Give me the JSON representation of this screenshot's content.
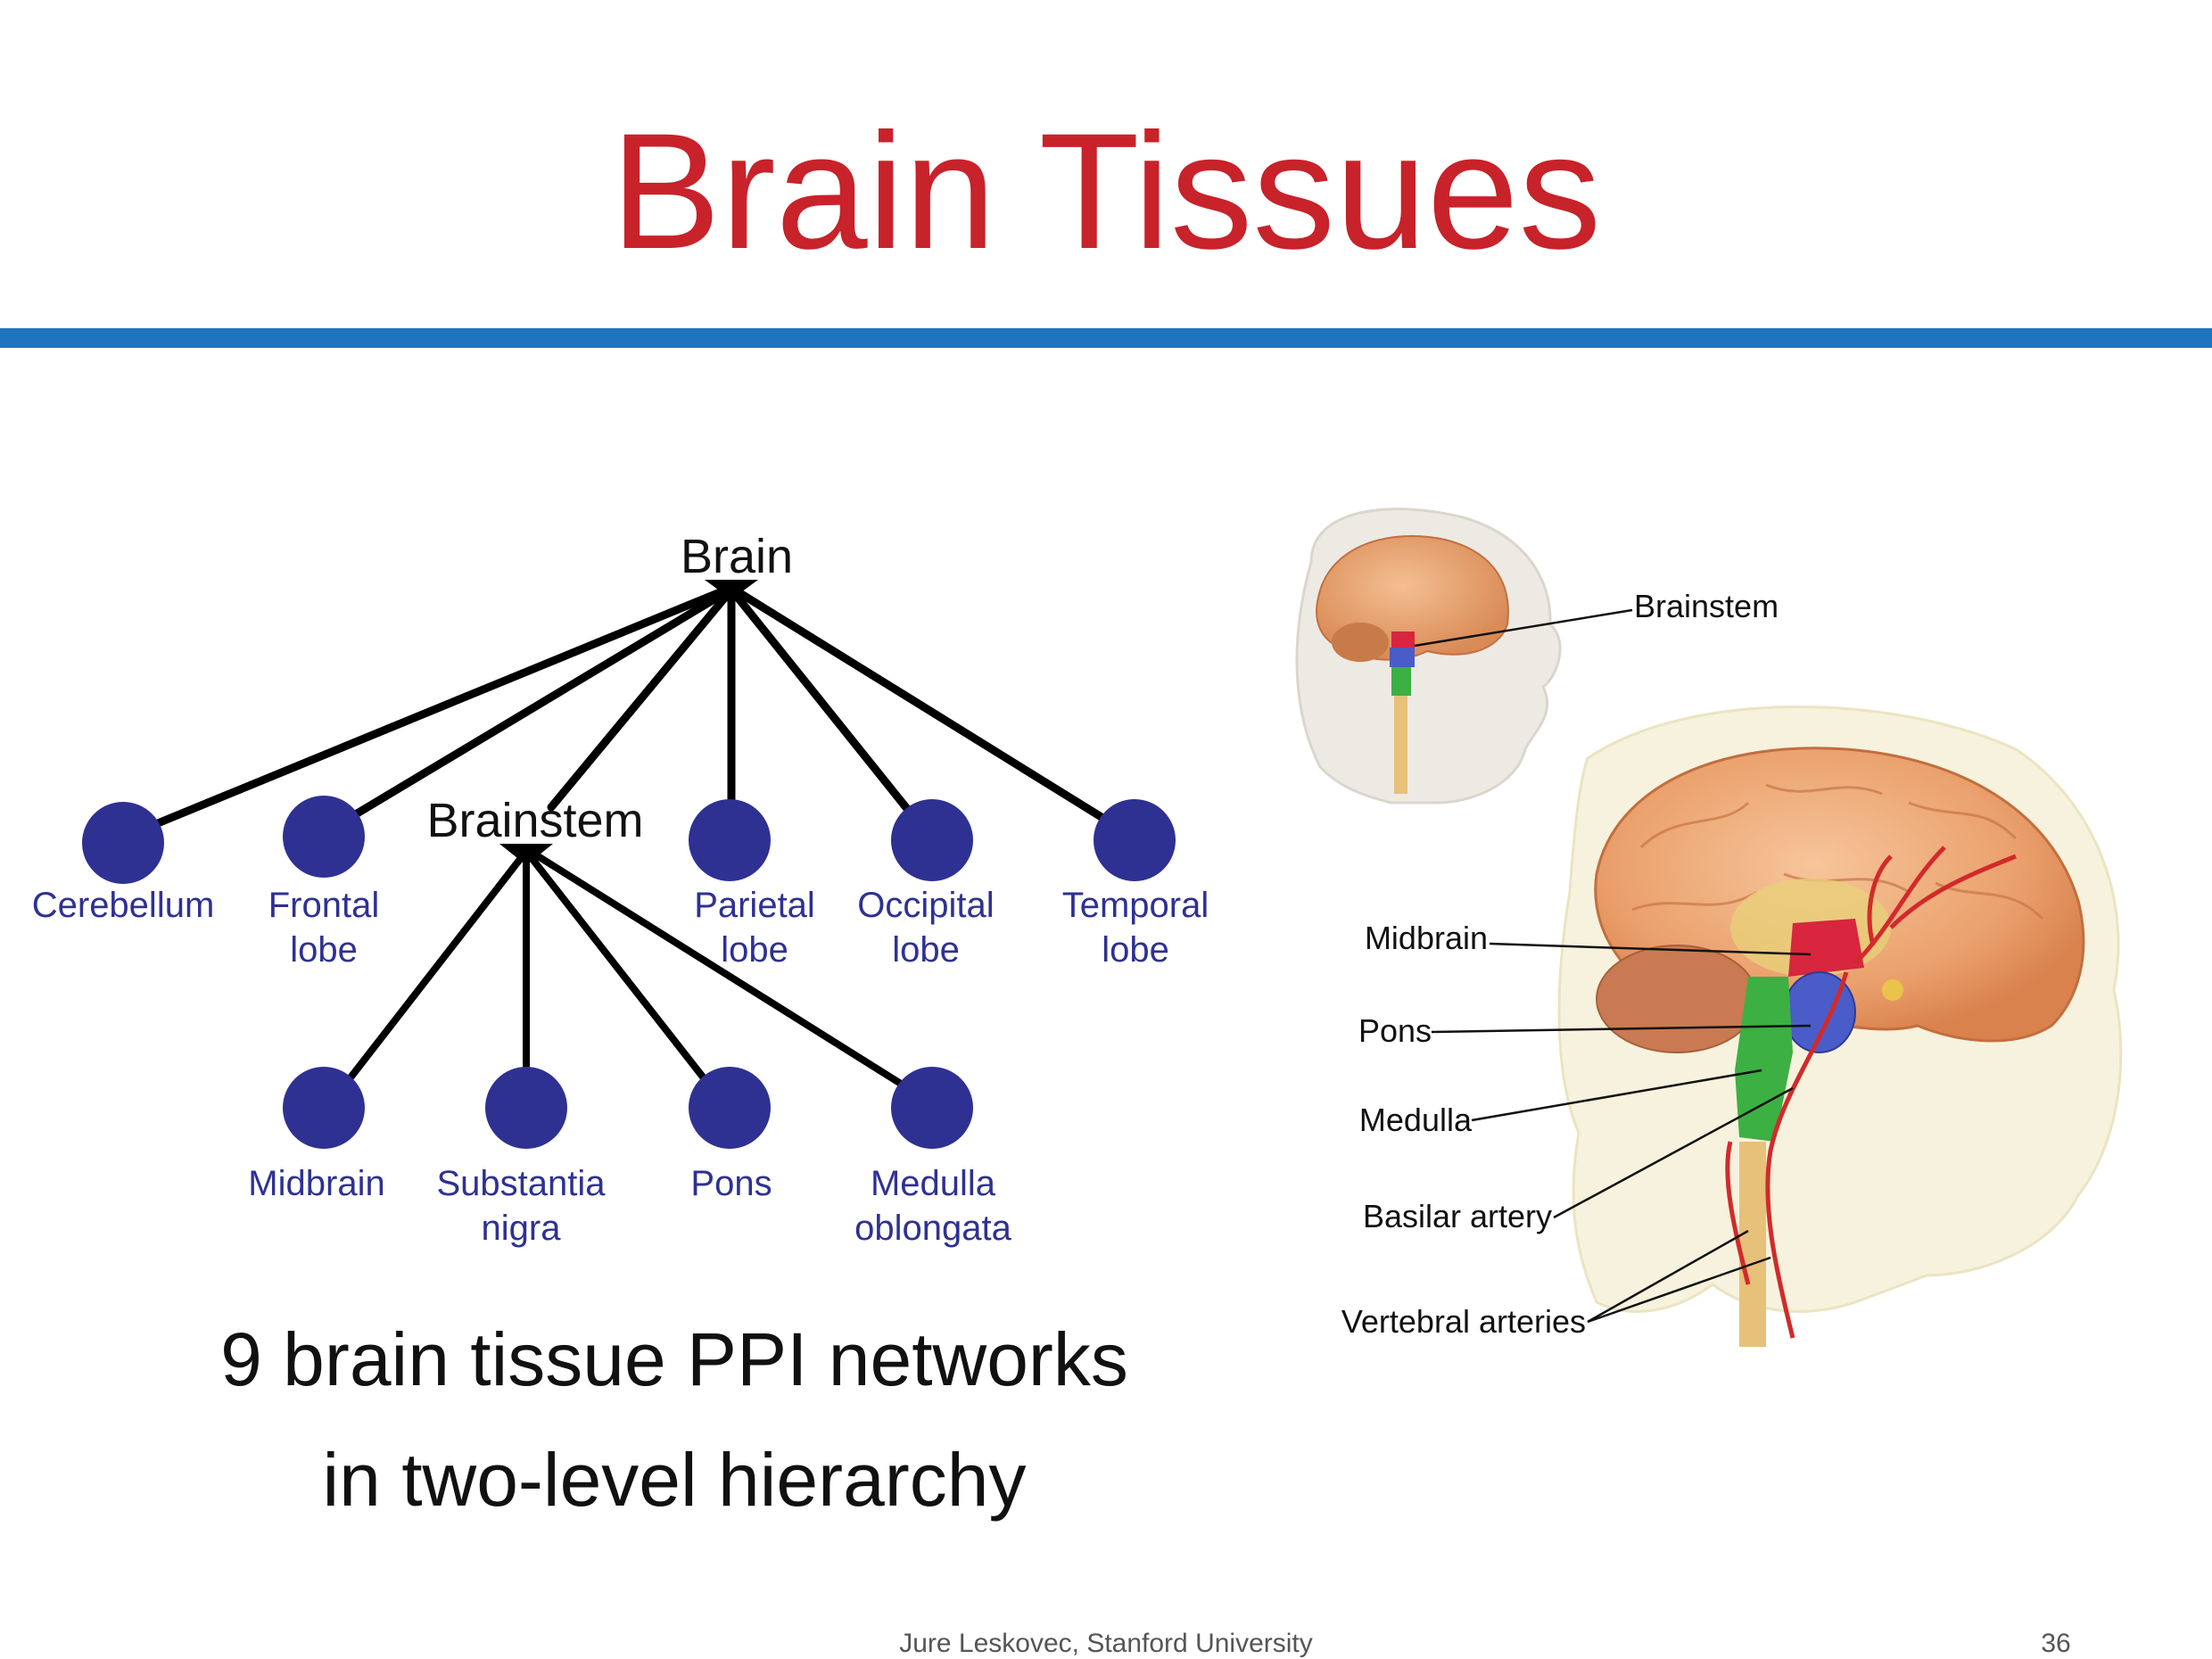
{
  "slide": {
    "title": "Brain Tissues",
    "caption_line1": "9 brain tissue PPI networks",
    "caption_line2": "in two-level hierarchy",
    "footer": "Jure Leskovec, Stanford University",
    "page_number": "36"
  },
  "tree": {
    "root_label": "Brain",
    "mid_label": "Brainstem",
    "level1": [
      {
        "line1": "Cerebellum",
        "line2": ""
      },
      {
        "line1": "Frontal",
        "line2": "lobe"
      },
      {
        "line1": "Parietal",
        "line2": "lobe"
      },
      {
        "line1": "Occipital",
        "line2": "lobe"
      },
      {
        "line1": "Temporal",
        "line2": "lobe"
      }
    ],
    "level2": [
      {
        "line1": "Midbrain",
        "line2": ""
      },
      {
        "line1": "Substantia",
        "line2": "nigra"
      },
      {
        "line1": "Pons",
        "line2": ""
      },
      {
        "line1": "Medulla",
        "line2": "oblongata"
      }
    ]
  },
  "anatomy": {
    "labels": {
      "brainstem": "Brainstem",
      "midbrain": "Midbrain",
      "pons": "Pons",
      "medulla": "Medulla",
      "basilar": "Basilar artery",
      "vertebral": "Vertebral arteries"
    }
  },
  "colors": {
    "title": "#c8222a",
    "rule": "#1f74bf",
    "node": "#2e3192",
    "node_label": "#2e3192",
    "edge": "#000000",
    "midbrain_region": "#d7263d",
    "pons_region": "#4a5cc7",
    "medulla_region": "#3cb043"
  }
}
